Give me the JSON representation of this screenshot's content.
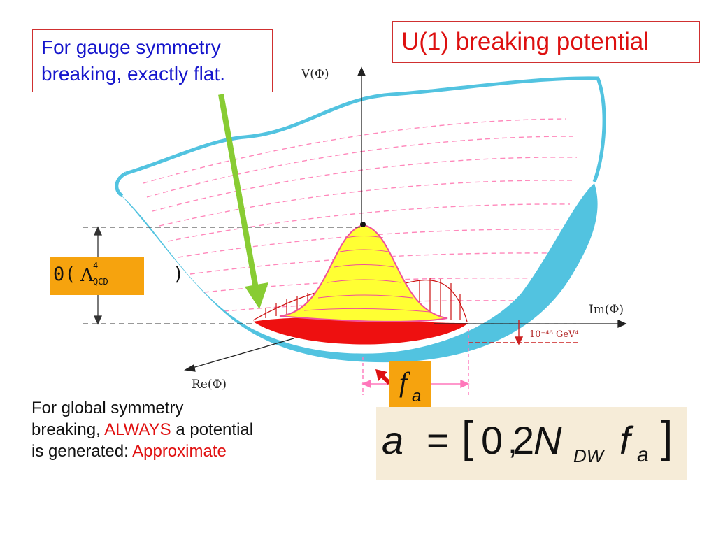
{
  "title": "U(1) breaking potential",
  "gauge_note": {
    "line1": "For gauge symmetry",
    "line2": "breaking, exactly flat."
  },
  "global_note": {
    "line1": "For global symmetry",
    "line2_a": "breaking, ",
    "line2_b": "ALWAYS",
    "line2_c": " a potential",
    "line3_a": "is generated: ",
    "line3_b": "Approximate"
  },
  "qcd_label": {
    "open": "0(",
    "lambda": "Λ",
    "sup": "4",
    "sub": "QCD",
    "close": ")"
  },
  "fa_label": {
    "f": "f",
    "sub": "a"
  },
  "formula": {
    "var": "a",
    "eq": "=",
    "lbracket": "[",
    "num1": "0",
    "comma": ",",
    "num2": "2",
    "n": "N",
    "dw": "DW",
    "f": "f",
    "a": "a",
    "rbracket": "]"
  },
  "axes": {
    "v": "V(Φ)",
    "im": "Im(Φ)",
    "re": "Re(Φ)"
  },
  "energy_label": "10⁻⁴⁶ GeV⁴",
  "colors": {
    "bowl": "#52c3e0",
    "hump": "#ffff33",
    "hump_stroke": "#f0509a",
    "valley": "#ee1010",
    "arrow_green": "#88cc33",
    "highlight_box": "#f6a30e",
    "title_red": "#dd1010",
    "gauge_blue": "#1515cc"
  },
  "icons": [
    "green-arrow-icon",
    "red-arrow-icon"
  ]
}
